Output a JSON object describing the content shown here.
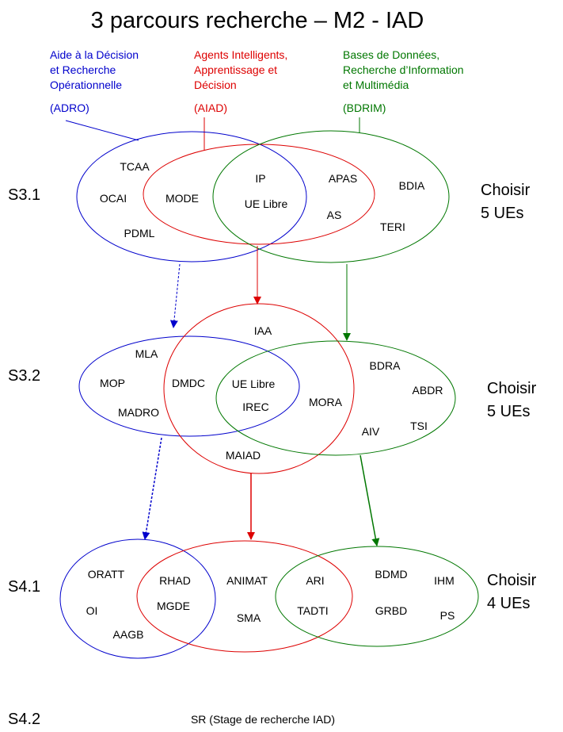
{
  "title": "3 parcours recherche – M2 - IAD",
  "colors": {
    "adro": "#0000cc",
    "aiad": "#dd0000",
    "bdrim": "#007700"
  },
  "tracks": {
    "adro": {
      "name_lines": [
        "Aide à la Décision",
        "et Recherche",
        "Opérationnelle"
      ],
      "code": "(ADRO)"
    },
    "aiad": {
      "name_lines": [
        "Agents Intelligents,",
        "Apprentissage et",
        "Décision"
      ],
      "code": "(AIAD)"
    },
    "bdrim": {
      "name_lines": [
        "Bases de Données,",
        "Recherche d’Information",
        "et Multimédia"
      ],
      "code": "(BDRIM)"
    }
  },
  "semesters": {
    "s31": {
      "label": "S3.1",
      "choose": [
        "Choisir",
        "5 UEs"
      ],
      "ues": [
        "TCAA",
        "OCAI",
        "PDML",
        "MODE",
        "IP",
        "UE Libre",
        "APAS",
        "AS",
        "BDIA",
        "TERI"
      ]
    },
    "s32": {
      "label": "S3.2",
      "choose": [
        "Choisir",
        "5 UEs"
      ],
      "ues": [
        "IAA",
        "MLA",
        "MOP",
        "MADRO",
        "DMDC",
        "UE Libre",
        "IREC",
        "MORA",
        "BDRA",
        "ABDR",
        "AIV",
        "TSI",
        "MAIAD"
      ]
    },
    "s41": {
      "label": "S4.1",
      "choose": [
        "Choisir",
        "4 UEs"
      ],
      "ues": [
        "ORATT",
        "OI",
        "AAGB",
        "RHAD",
        "MGDE",
        "ANIMAT",
        "SMA",
        "ARI",
        "TADTI",
        "BDMD",
        "GRBD",
        "IHM",
        "PS"
      ]
    },
    "s42": {
      "label": "S4.2",
      "note": "SR (Stage de recherche IAD)"
    }
  }
}
